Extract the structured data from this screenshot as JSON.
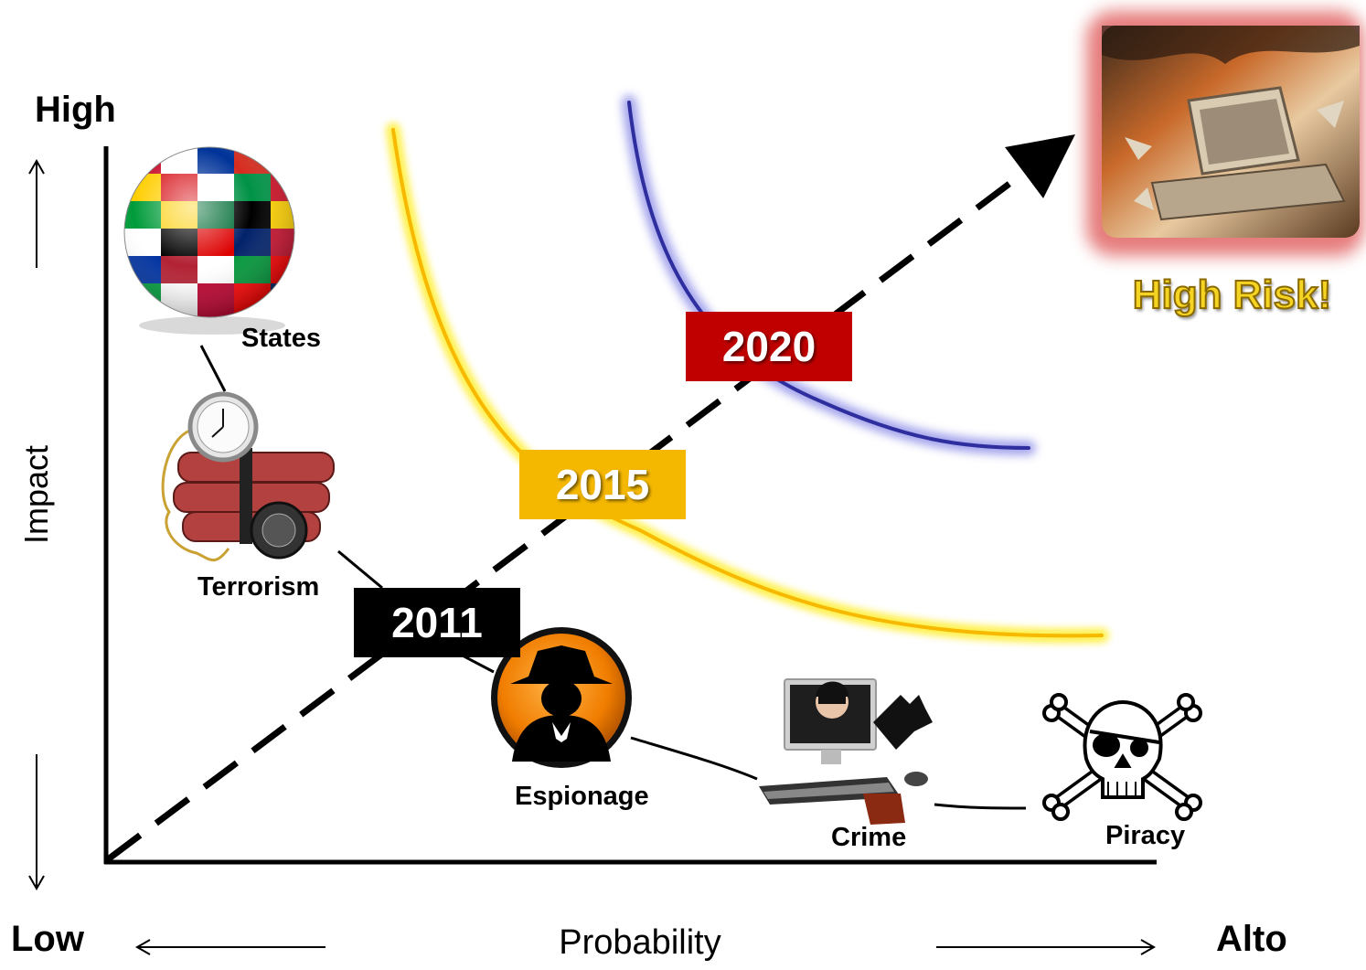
{
  "axes": {
    "y_high": "High",
    "y_label": "Impact",
    "x_low": "Low",
    "x_label": "Probability",
    "x_high": "Alto"
  },
  "threats": [
    {
      "name": "States",
      "icon": "globe-flags-icon"
    },
    {
      "name": "Terrorism",
      "icon": "time-bomb-icon"
    },
    {
      "name": "Espionage",
      "icon": "spy-silhouette-icon"
    },
    {
      "name": "Crime",
      "icon": "thief-computer-icon"
    },
    {
      "name": "Piracy",
      "icon": "skull-crossbones-icon"
    }
  ],
  "years": [
    {
      "label": "2011",
      "color": "#000000"
    },
    {
      "label": "2015",
      "color": "#f5b800"
    },
    {
      "label": "2020",
      "color": "#c00000"
    }
  ],
  "curves": {
    "yellow": "#f7c200",
    "blue": "#3a3aa8"
  },
  "risk": {
    "label": "High Risk!",
    "icon": "exploding-computer-icon",
    "color": "#f5d423"
  }
}
